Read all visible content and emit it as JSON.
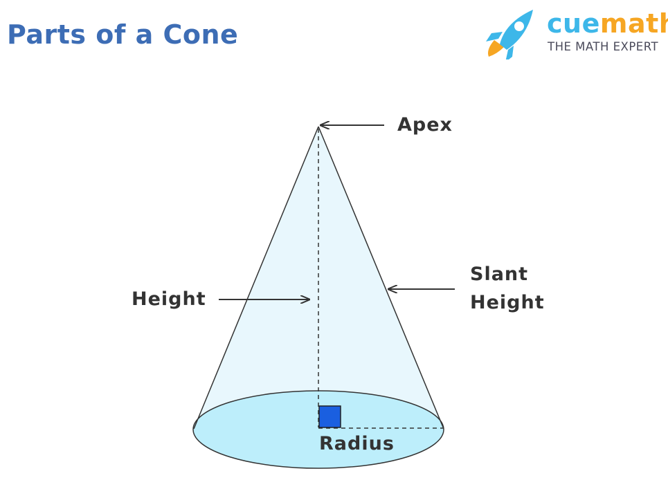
{
  "title": "Parts of a Cone",
  "brand": {
    "name_part1": "cue",
    "name_part2": "math",
    "tagline": "THE MATH EXPERT",
    "icon": "rocket-icon",
    "colors": {
      "blue": "#3db7e9",
      "orange": "#f6a623"
    }
  },
  "labels": {
    "apex": "Apex",
    "height": "Height",
    "slant_line1": "Slant",
    "slant_line2": "Height",
    "radius": "Radius"
  },
  "colors": {
    "title": "#3d6db5",
    "cone_fill": "#e8f7fd",
    "base_fill": "#bdeefb",
    "right_angle_marker": "#1a5fe0",
    "outline": "#333333"
  }
}
